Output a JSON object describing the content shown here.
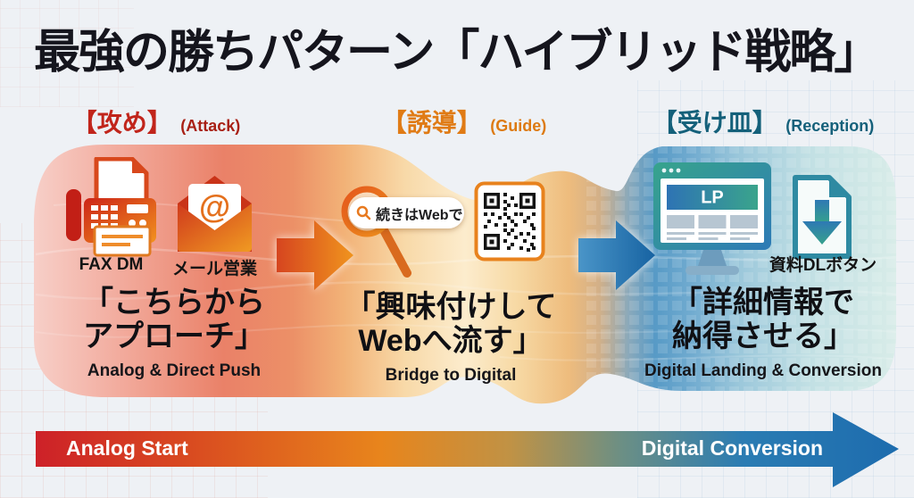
{
  "title": "最強の勝ちパターン「ハイブリッド戦略」",
  "stages": [
    {
      "name": "attack",
      "header_jp": "【攻め】",
      "header_en": "(Attack)",
      "accent_color": "#c1251b",
      "items": [
        {
          "icon": "fax-icon",
          "label": "FAX DM"
        },
        {
          "icon": "email-at-icon",
          "label": "メール営業",
          "at_glyph": "@"
        }
      ],
      "quote_line1": "「こちらから",
      "quote_line2": "アプローチ」",
      "subtitle": "Analog & Direct Push"
    },
    {
      "name": "guide",
      "header_jp": "【誘導】",
      "header_en": "(Guide)",
      "accent_color": "#e07b15",
      "search": {
        "icon": "magnifier-icon",
        "text": "続きはWebで"
      },
      "qr": {
        "icon": "qr-code-icon"
      },
      "quote_line1": "「興味付けして",
      "quote_line2": "Webへ流す」",
      "subtitle": "Bridge to Digital"
    },
    {
      "name": "reception",
      "header_jp": "【受け皿】",
      "header_en": "(Reception)",
      "accent_color": "#14607a",
      "monitor": {
        "icon": "lp-monitor-icon",
        "screen_label": "LP"
      },
      "download": {
        "icon": "download-document-icon",
        "label": "資料DLボタン"
      },
      "quote_line1": "「詳細情報で",
      "quote_line2": "納得させる」",
      "subtitle": "Digital Landing & Conversion"
    }
  ],
  "bottom_arrow": {
    "left_label": "Analog Start",
    "right_label": "Digital Conversion",
    "start_color": "#cd2128",
    "mid_color": "#e8851c",
    "end_color": "#1d6cae"
  },
  "colors": {
    "background": "#eef1f5",
    "title": "#15151d",
    "ribbon_left": "#ea8168",
    "ribbon_mid": "#fceccd",
    "ribbon_right": "#9cc8db"
  }
}
